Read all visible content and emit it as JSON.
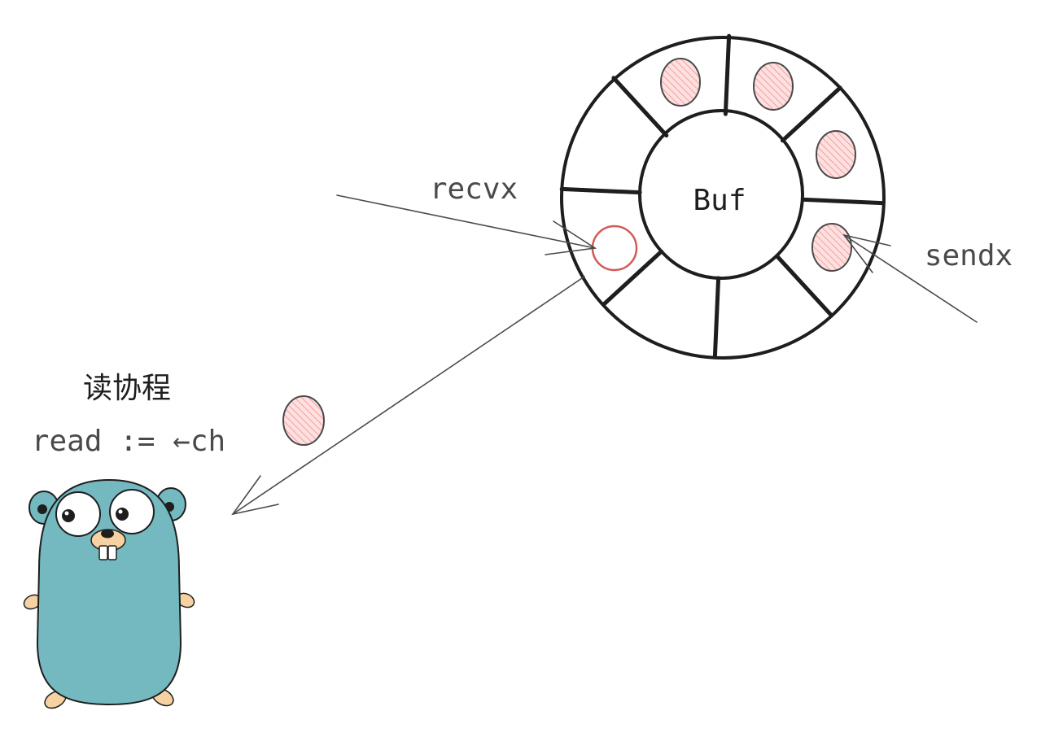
{
  "diagram": {
    "buffer_label": "Buf",
    "recv_index_label": "recvx",
    "send_index_label": "sendx",
    "reader_title": "读协程",
    "reader_code": "read := ←ch",
    "colors": {
      "stroke": "#1e1e1e",
      "arrow": "#4a4a4a",
      "element_fill": "#ffc9c9",
      "element_hatch": "#f08c8c",
      "recv_slot_outline": "#e03131",
      "gopher_body": "#74b8c0",
      "gopher_skin": "#f6d2a2"
    },
    "slots": [
      {
        "filled": true
      },
      {
        "filled": true
      },
      {
        "filled": true
      },
      {
        "filled": false
      },
      {
        "filled": false
      },
      {
        "filled": false
      },
      {
        "filled": false
      },
      {
        "filled": true
      }
    ],
    "icons": [
      "gopher-mascot-icon",
      "data-element-icon"
    ]
  }
}
